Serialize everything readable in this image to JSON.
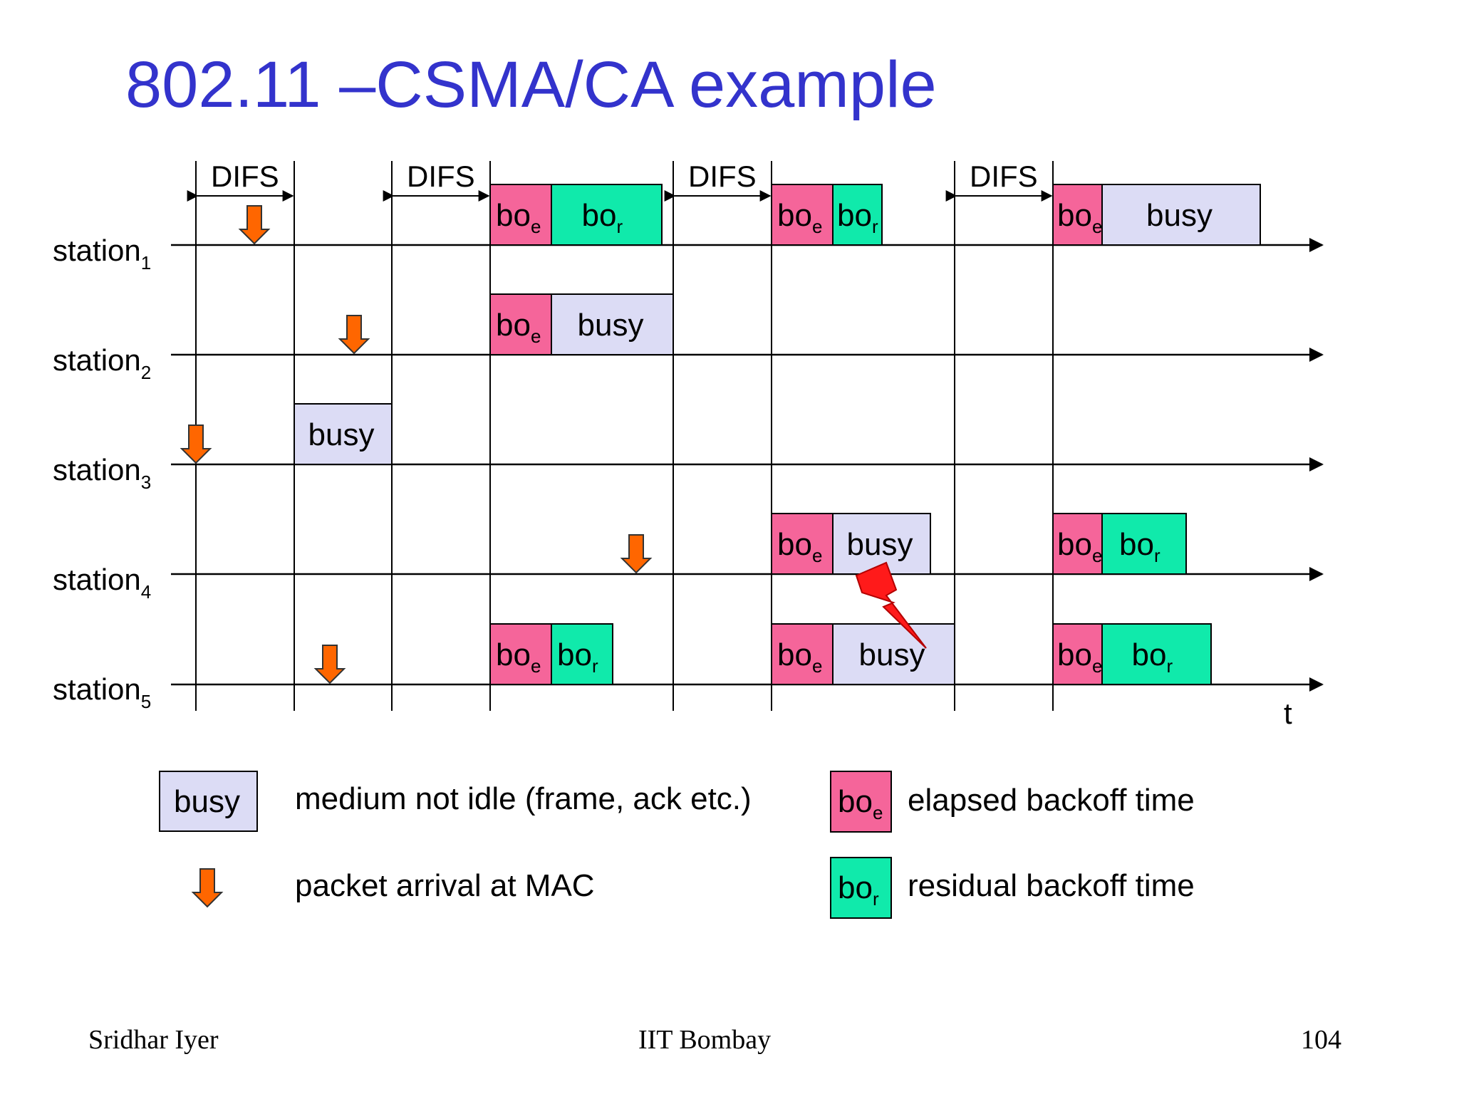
{
  "slide": {
    "title": "802.11 –CSMA/CA example",
    "footer": {
      "left": "Sridhar Iyer",
      "center": "IIT Bombay",
      "right": "104"
    }
  },
  "colors": {
    "title": "#3333cc",
    "busy": "#dcdcf5",
    "bo_e": "#f5659a",
    "bo_r": "#10eaab",
    "arrow": "#ff6600",
    "collision": "#ff1a1a"
  },
  "timeline": {
    "time_label": "t",
    "stations": [
      {
        "name": "station",
        "sub": "1"
      },
      {
        "name": "station",
        "sub": "2"
      },
      {
        "name": "station",
        "sub": "3"
      },
      {
        "name": "station",
        "sub": "4"
      },
      {
        "name": "station",
        "sub": "5"
      }
    ],
    "difs_label": "DIFS",
    "difs_count": 4,
    "blocks": [
      {
        "station": 1,
        "kind": "bo_e",
        "text": "bo",
        "sub": "e"
      },
      {
        "station": 1,
        "kind": "bo_r",
        "text": "bo",
        "sub": "r"
      },
      {
        "station": 1,
        "kind": "bo_e",
        "text": "bo",
        "sub": "e"
      },
      {
        "station": 1,
        "kind": "bo_r",
        "text": "bo",
        "sub": "r"
      },
      {
        "station": 1,
        "kind": "bo_e",
        "text": "bo",
        "sub": "e"
      },
      {
        "station": 1,
        "kind": "busy",
        "text": "busy"
      },
      {
        "station": 2,
        "kind": "bo_e",
        "text": "bo",
        "sub": "e"
      },
      {
        "station": 2,
        "kind": "busy",
        "text": "busy"
      },
      {
        "station": 3,
        "kind": "busy",
        "text": "busy"
      },
      {
        "station": 4,
        "kind": "bo_e",
        "text": "bo",
        "sub": "e"
      },
      {
        "station": 4,
        "kind": "busy",
        "text": "busy"
      },
      {
        "station": 4,
        "kind": "bo_e",
        "text": "bo",
        "sub": "e"
      },
      {
        "station": 4,
        "kind": "bo_r",
        "text": "bo",
        "sub": "r"
      },
      {
        "station": 5,
        "kind": "bo_e",
        "text": "bo",
        "sub": "e"
      },
      {
        "station": 5,
        "kind": "bo_r",
        "text": "bo",
        "sub": "r"
      },
      {
        "station": 5,
        "kind": "bo_e",
        "text": "bo",
        "sub": "e"
      },
      {
        "station": 5,
        "kind": "busy",
        "text": "busy"
      },
      {
        "station": 5,
        "kind": "bo_e",
        "text": "bo",
        "sub": "e"
      },
      {
        "station": 5,
        "kind": "bo_r",
        "text": "bo",
        "sub": "r"
      }
    ]
  },
  "legend": {
    "busy_box": "busy",
    "busy_desc": "medium not idle (frame, ack etc.)",
    "arrival_desc": "packet arrival at MAC",
    "bo_e_box": "bo",
    "bo_e_sub": "e",
    "bo_e_desc": "elapsed backoff time",
    "bo_r_box": "bo",
    "bo_r_sub": "r",
    "bo_r_desc": "residual backoff time"
  }
}
